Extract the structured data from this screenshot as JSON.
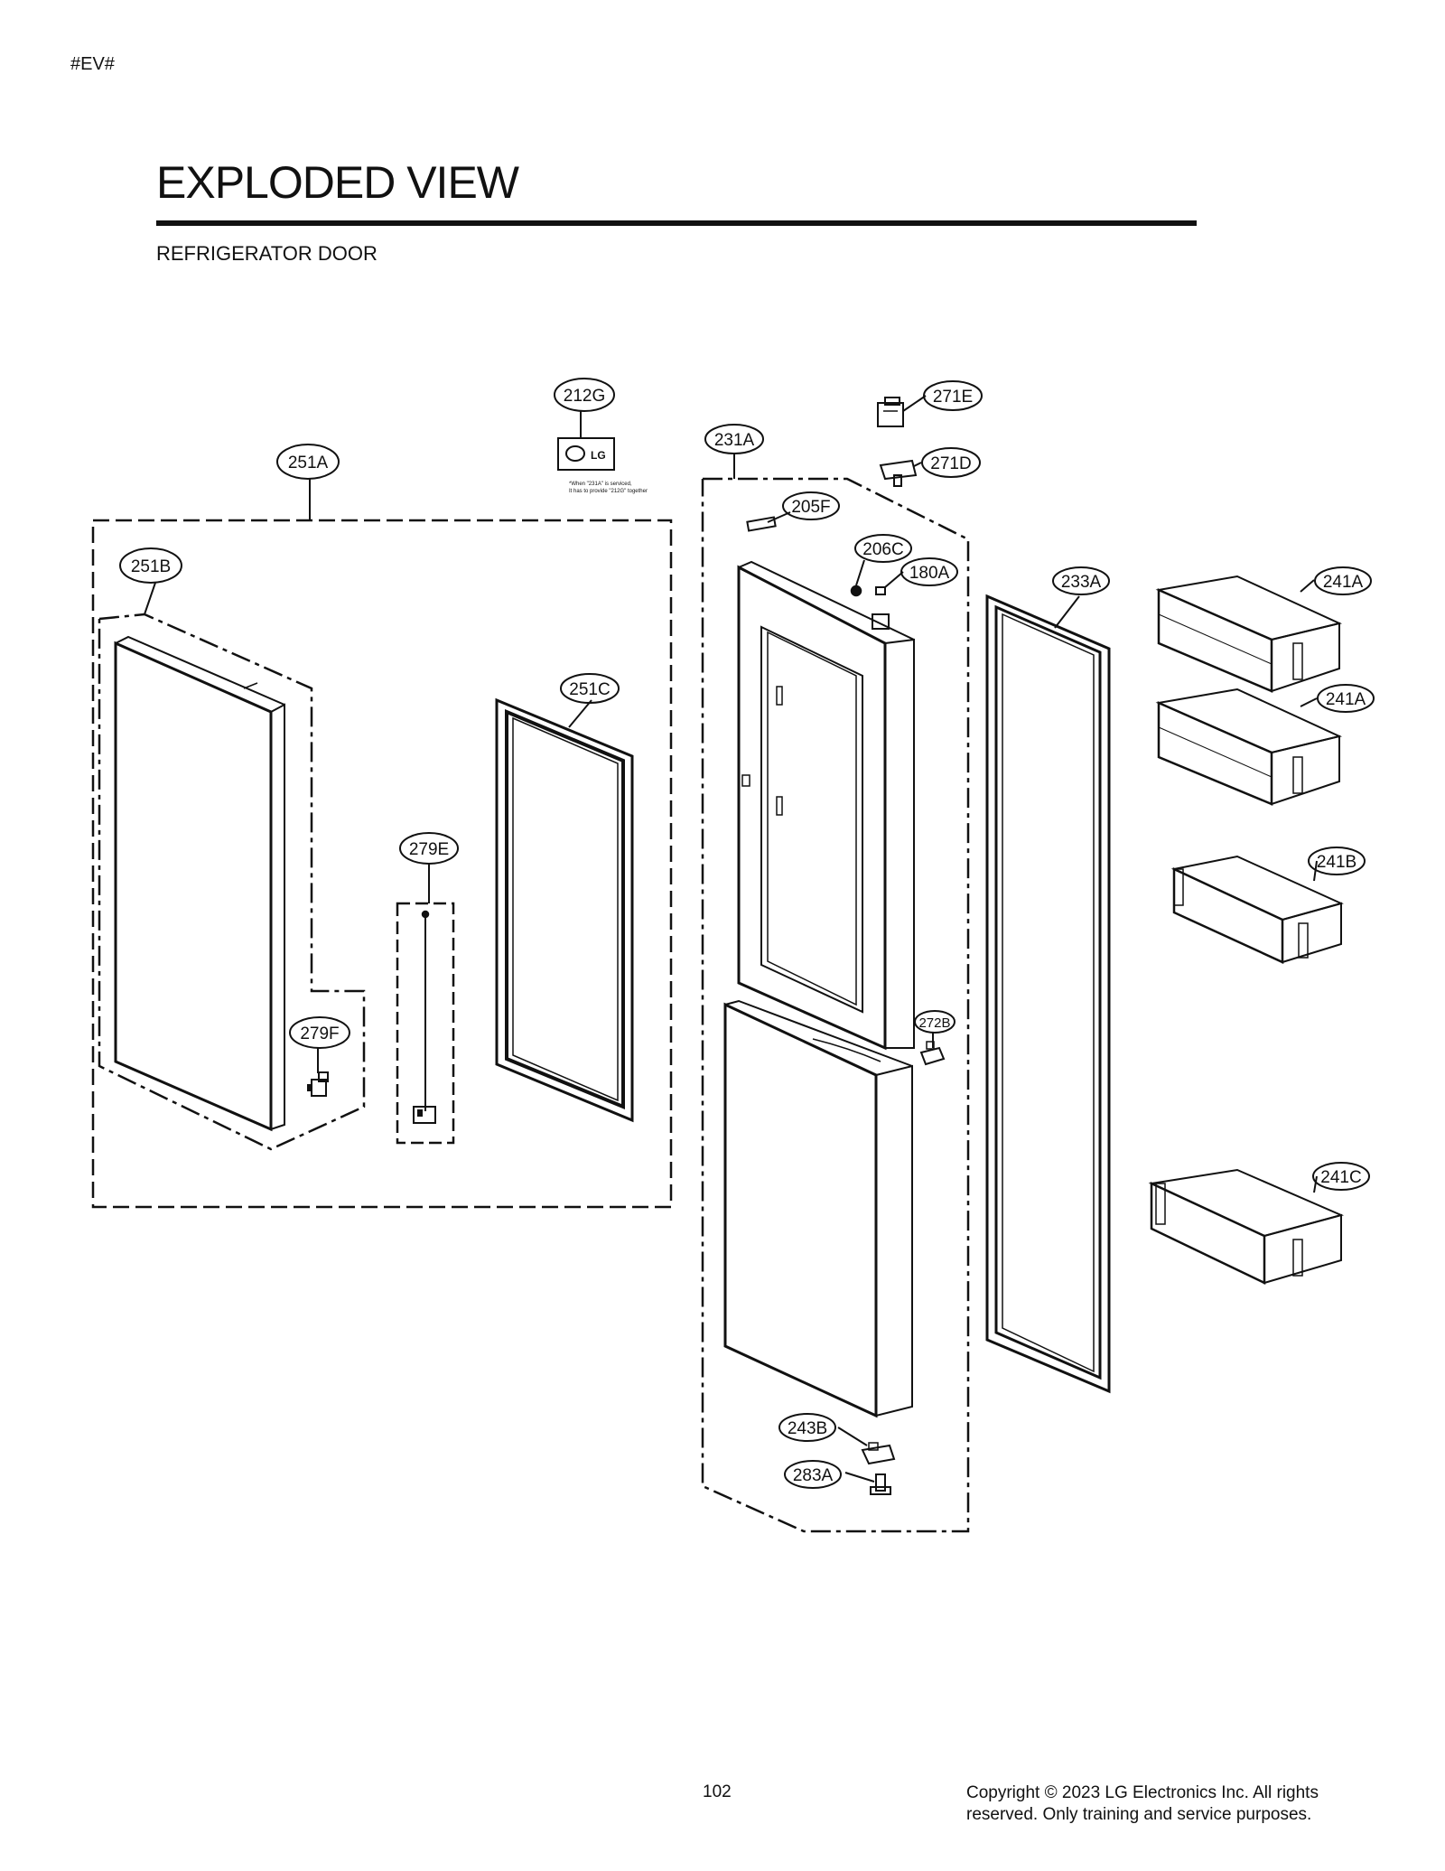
{
  "header": {
    "tag": "#EV#",
    "title": "EXPLODED VIEW",
    "subtitle": "REFRIGERATOR DOOR"
  },
  "callouts": {
    "c212G": "212G",
    "c251A": "251A",
    "c251B": "251B",
    "c251C": "251C",
    "c279E": "279E",
    "c279F": "279F",
    "c231A": "231A",
    "c271E": "271E",
    "c271D": "271D",
    "c205F": "205F",
    "c206C": "206C",
    "c180A": "180A",
    "c233A": "233A",
    "c241A_1": "241A",
    "c241A_2": "241A",
    "c241B": "241B",
    "c241C": "241C",
    "c272B": "272B",
    "c243B": "243B",
    "c283A": "283A"
  },
  "note": {
    "line1": "*When \"231A\" is serviced,",
    "line2": "It has to provide  \"212G\" together"
  },
  "logo_text": "LG",
  "footer": {
    "page_number": "102",
    "copyright_line1": "Copyright © 2023 LG Electronics Inc. All rights",
    "copyright_line2": "reserved. Only training and service purposes."
  }
}
